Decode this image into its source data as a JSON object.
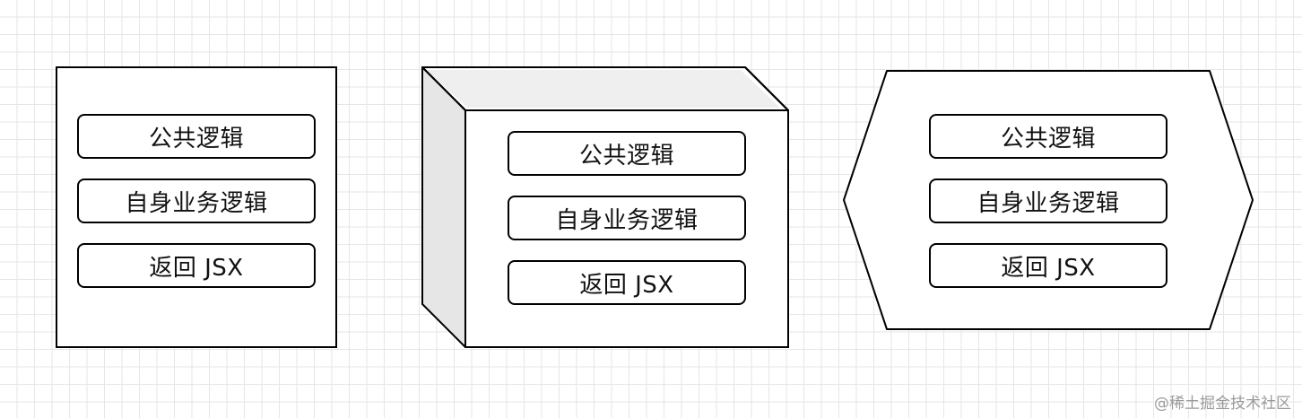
{
  "diagram1": {
    "items": [
      {
        "label": "公共逻辑"
      },
      {
        "label": "自身业务逻辑"
      },
      {
        "label": "返回 JSX"
      }
    ]
  },
  "diagram2": {
    "items": [
      {
        "label": "公共逻辑"
      },
      {
        "label": "自身业务逻辑"
      },
      {
        "label": "返回 JSX"
      }
    ]
  },
  "diagram3": {
    "items": [
      {
        "label": "公共逻辑"
      },
      {
        "label": "自身业务逻辑"
      },
      {
        "label": "返回 JSX"
      }
    ]
  },
  "watermark": {
    "text": "@稀土掘金技术社区"
  }
}
